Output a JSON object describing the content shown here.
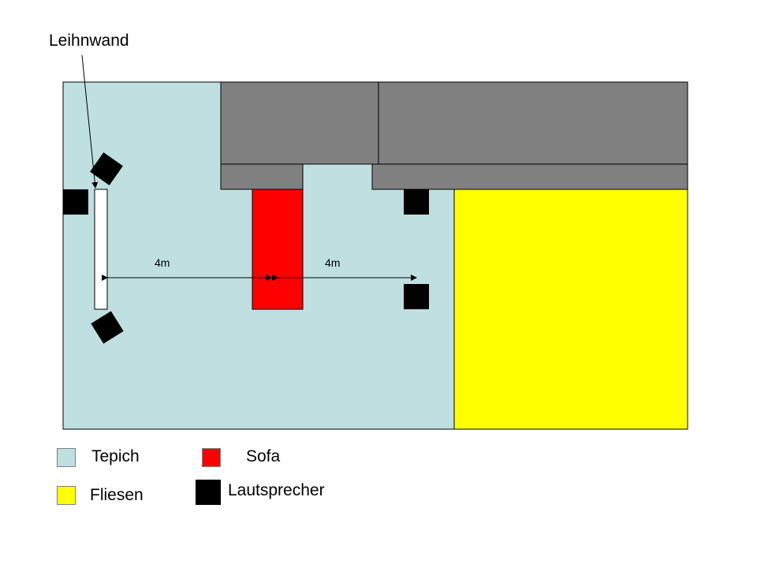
{
  "labels": {
    "screen": "Leihnwand",
    "distance_left": "4m",
    "distance_right": "4m"
  },
  "legend": {
    "carpet": "Tepich",
    "sofa": "Sofa",
    "tiles": "Fliesen",
    "speaker": "Lautsprecher"
  },
  "colors": {
    "carpet": "#bfdfe1",
    "tiles": "#ffff00",
    "sofa": "#ff0000",
    "speaker": "#000000",
    "furniture": "#808080",
    "screen": "#ffffff"
  }
}
